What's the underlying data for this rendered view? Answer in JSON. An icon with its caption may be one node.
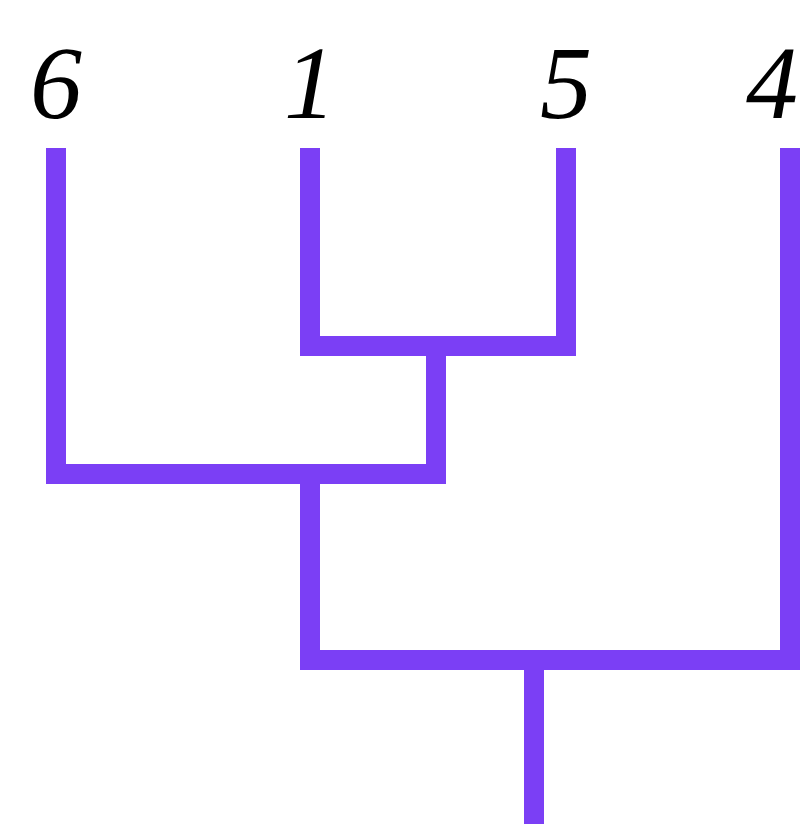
{
  "diagram": {
    "nodes": [
      {
        "text": [
          "6"
        ]
      },
      {
        "text": [
          "1"
        ]
      },
      {
        "text": [
          "5"
        ]
      },
      {
        "text": [
          "4"
        ]
      },
      {
        "text": [],
        "shape": "bar"
      },
      {
        "text": [],
        "shape": "bar"
      },
      {
        "text": [],
        "shape": "bar"
      }
    ],
    "edges": [
      {
        "from": 1,
        "to": 4,
        "arrow": "none"
      },
      {
        "from": 2,
        "to": 4,
        "arrow": "none"
      },
      {
        "from": 0,
        "to": 5,
        "arrow": "none"
      },
      {
        "from": 4,
        "to": 5,
        "arrow": "none"
      },
      {
        "from": 5,
        "to": 6,
        "arrow": "none"
      },
      {
        "from": 3,
        "to": 6,
        "arrow": "none"
      },
      {
        "from": 6,
        "to": null,
        "arrow": "none"
      }
    ]
  }
}
